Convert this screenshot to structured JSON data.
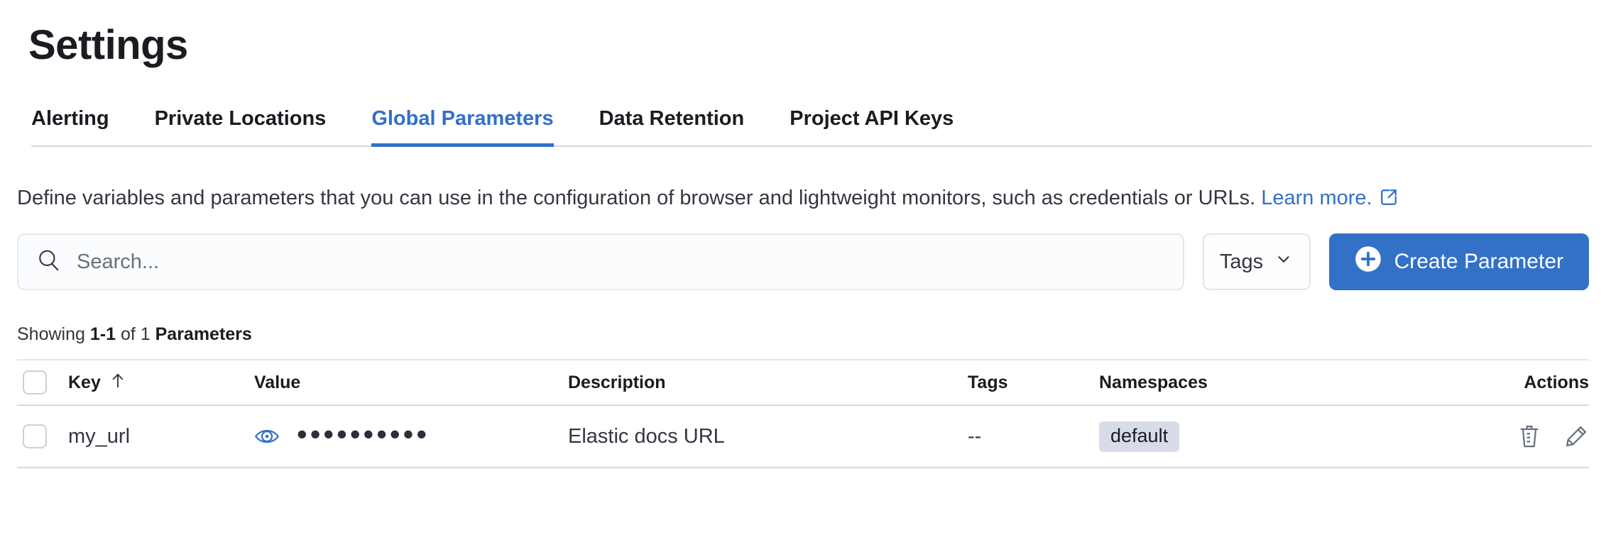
{
  "page": {
    "title": "Settings"
  },
  "tabs": [
    {
      "label": "Alerting",
      "active": false
    },
    {
      "label": "Private Locations",
      "active": false
    },
    {
      "label": "Global Parameters",
      "active": true
    },
    {
      "label": "Data Retention",
      "active": false
    },
    {
      "label": "Project API Keys",
      "active": false
    }
  ],
  "description": {
    "text": "Define variables and parameters that you can use in the configuration of browser and lightweight monitors, such as credentials or URLs.",
    "link_label": "Learn more."
  },
  "toolbar": {
    "search_placeholder": "Search...",
    "tags_filter_label": "Tags",
    "create_button_label": "Create Parameter"
  },
  "summary": {
    "prefix": "Showing",
    "range": "1-1",
    "middle": "of 1",
    "entity": "Parameters"
  },
  "table": {
    "columns": {
      "key": "Key",
      "value": "Value",
      "description": "Description",
      "tags": "Tags",
      "namespaces": "Namespaces",
      "actions": "Actions"
    },
    "sorted_by": "Key",
    "sort_direction": "ascending",
    "rows": [
      {
        "key": "my_url",
        "value_masked": "••••••••••",
        "description": "Elastic docs URL",
        "tags": "--",
        "namespace": "default"
      }
    ]
  },
  "colors": {
    "primary": "#3270c8",
    "badge_background": "#d8dce9",
    "divider": "#d3dae6",
    "icon_gray": "#69707d",
    "heading_text": "#1a1c21",
    "body_text": "#343741"
  }
}
